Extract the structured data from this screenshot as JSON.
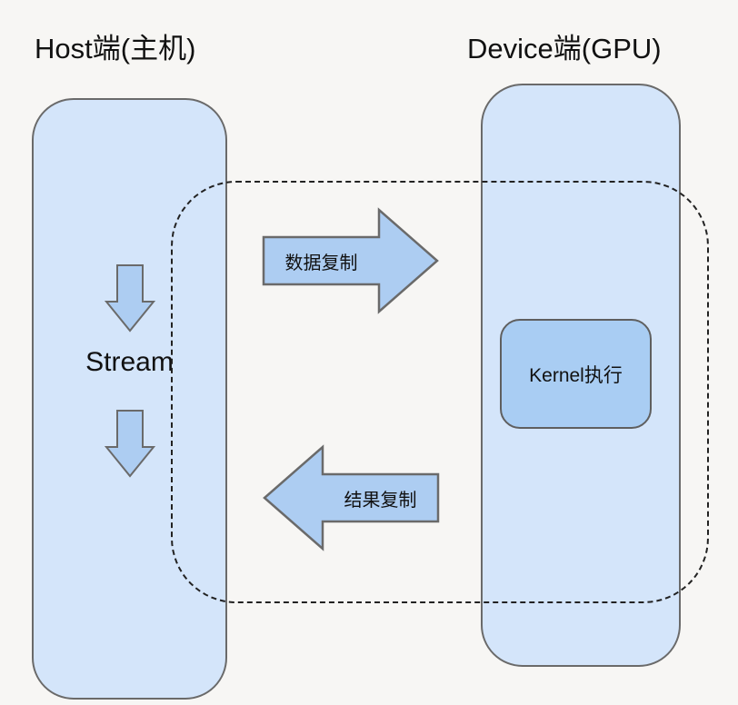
{
  "titles": {
    "host": "Host端(主机)",
    "device": "Device端(GPU)"
  },
  "host_panel": {
    "stream_label": "Stream"
  },
  "device_panel": {
    "kernel_label": "Kernel执行"
  },
  "arrows": {
    "data_copy_label": "数据复制",
    "result_copy_label": "结果复制"
  },
  "colors": {
    "background": "#f7f6f4",
    "panel_fill": "#d4e5fa",
    "arrow_fill": "#adcdf2",
    "kernel_fill": "#a9cdf3",
    "outline": "#6a6a6a",
    "dashed_border": "#222222",
    "text": "#111111"
  }
}
